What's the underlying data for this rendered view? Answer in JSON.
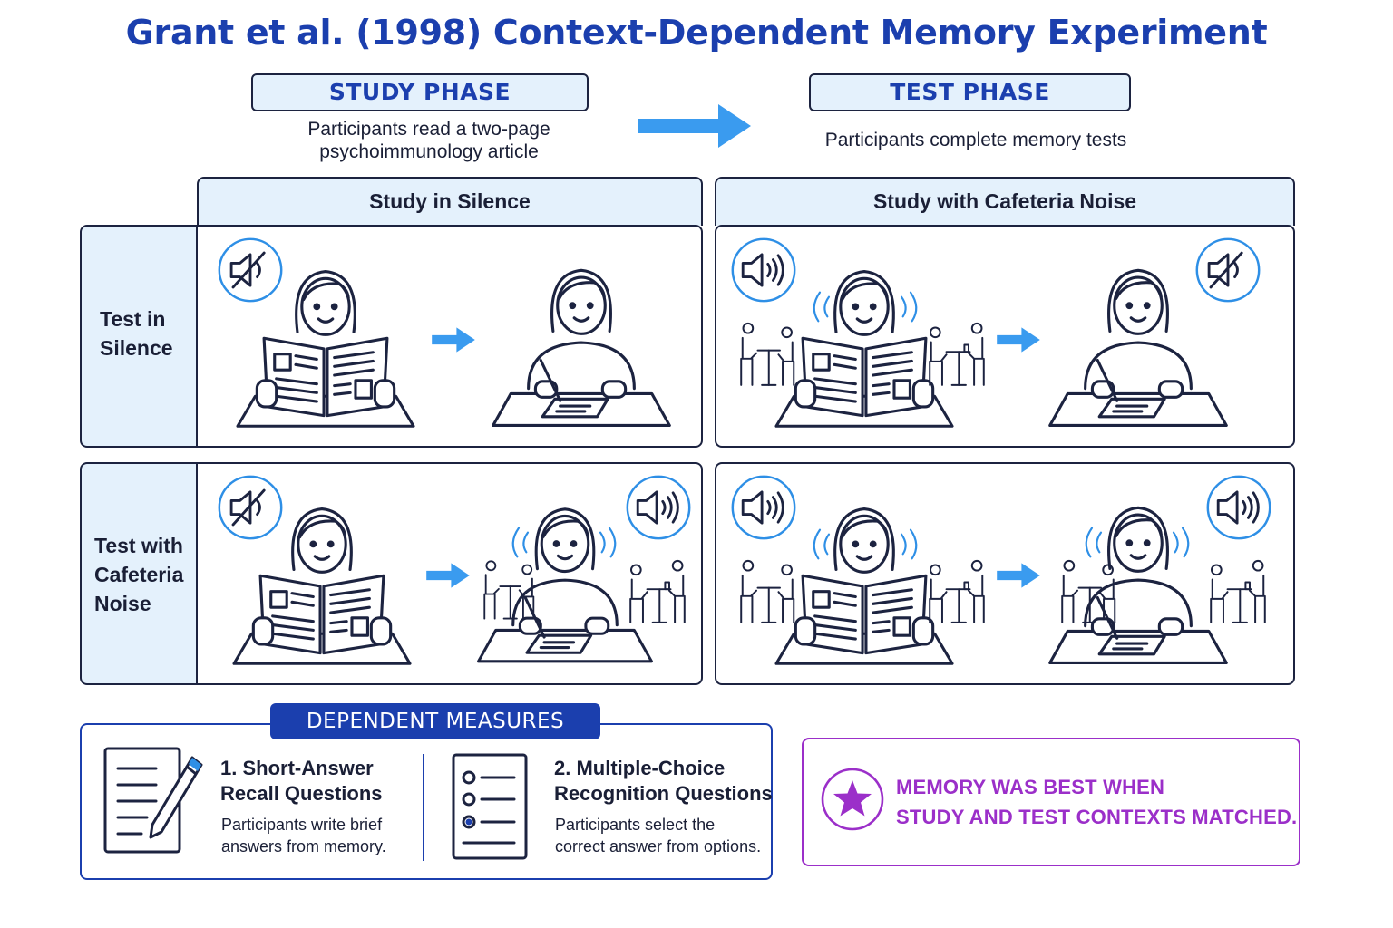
{
  "title": "Grant et al. (1998) Context-Dependent Memory Experiment",
  "study_phase": {
    "label": "STUDY PHASE",
    "description_line1": "Participants read a two-page",
    "description_line2": "psychoimmunology article"
  },
  "test_phase": {
    "label": "TEST PHASE",
    "description": "Participants complete memory tests"
  },
  "columns": {
    "silence": "Study in Silence",
    "noise": "Study with Cafeteria Noise"
  },
  "rows": {
    "silence": {
      "line1": "Test in",
      "line2": "Silence"
    },
    "noise": {
      "line1": "Test with",
      "line2": "Cafeteria",
      "line3": "Noise"
    }
  },
  "icons": {
    "muted": "speaker-muted-icon",
    "sound": "speaker-sound-icon",
    "arrow": "arrow-right-icon",
    "reader": "person-reading-icon",
    "writer": "person-writing-icon",
    "cafeteria": "cafeteria-people-icon",
    "pencil_doc": "document-pencil-icon",
    "checklist": "checklist-icon",
    "star": "star-icon"
  },
  "dependent_measures": {
    "label": "DEPENDENT MEASURES",
    "measure1": {
      "title_line1": "1. Short-Answer",
      "title_line2": "Recall Questions",
      "desc_line1": "Participants write brief",
      "desc_line2": "answers from memory."
    },
    "measure2": {
      "title_line1": "2. Multiple-Choice",
      "title_line2": "Recognition Questions",
      "desc_line1": "Participants select the",
      "desc_line2": "correct answer from options."
    }
  },
  "conclusion": {
    "line1": "MEMORY WAS BEST WHEN",
    "line2": "STUDY AND TEST CONTEXTS MATCHED."
  },
  "colors": {
    "title_blue": "#1b3fae",
    "light_blue": "#e4f1fc",
    "arrow_blue": "#3a9bef",
    "icon_blue": "#2e8fe6",
    "outline": "#1c2340",
    "purple": "#9b2fc9"
  }
}
